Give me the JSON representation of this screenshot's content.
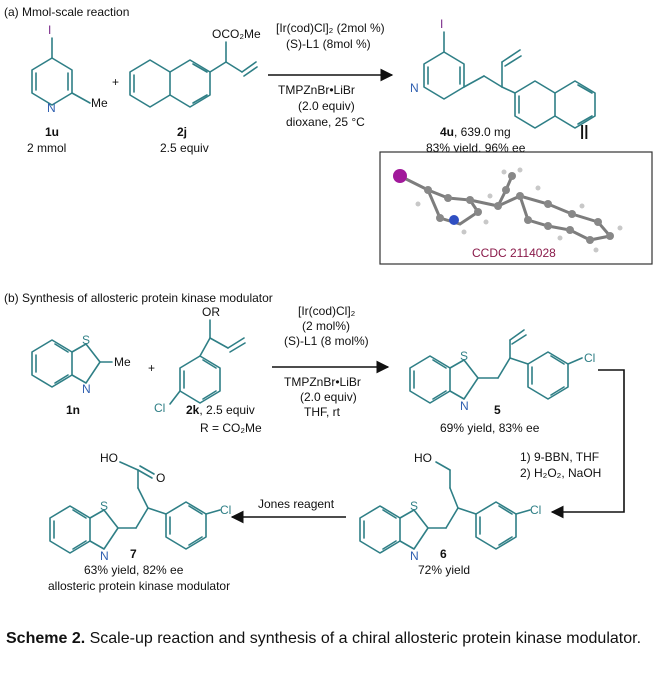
{
  "section_a": {
    "header": "(a) Mmol-scale reaction",
    "sm1": {
      "id": "1u",
      "amount": "2 mmol",
      "atom_I": "I",
      "atom_N": "N",
      "group": "Me"
    },
    "plus": "+",
    "sm2": {
      "id": "2j",
      "amount": "2.5 equiv",
      "group": "OCO₂Me"
    },
    "conditions": [
      "[Ir(cod)Cl]₂ (2mol %)",
      "(S)-L1 (8mol %)",
      "TMPZnBr•LiBr",
      "(2.0 equiv)",
      "dioxane, 25 °C"
    ],
    "product": {
      "id": "4u",
      "mass": ", 639.0 mg",
      "yield": "83% yield, 96% ee",
      "atom_I": "I",
      "atom_N": "N"
    },
    "equals_mark": "||",
    "crystal_label": "CCDC 2114028"
  },
  "section_b": {
    "header": "(b) Synthesis of allosteric protein kinase modulator",
    "sm1": {
      "id": "1n",
      "atom_S": "S",
      "atom_N": "N",
      "group": "Me"
    },
    "plus": "+",
    "sm2": {
      "id": "2k",
      "amount": ", 2.5 equiv",
      "r_def": "R = CO₂Me",
      "group": "OR",
      "atom_Cl": "Cl"
    },
    "conditions1": [
      "[Ir(cod)Cl]₂",
      "(2 mol%)",
      "(S)-L1 (8 mol%)",
      "TMPZnBr•LiBr",
      "(2.0 equiv)",
      "THF, rt"
    ],
    "p5": {
      "id": "5",
      "yield": "69% yield, 83% ee",
      "atom_S": "S",
      "atom_N": "N",
      "atom_Cl": "Cl"
    },
    "conditions2": [
      "1) 9-BBN, THF",
      "2) H₂O₂, NaOH"
    ],
    "p6": {
      "id": "6",
      "yield": "72% yield",
      "group": "HO",
      "atom_S": "S",
      "atom_N": "N",
      "atom_Cl": "Cl"
    },
    "conditions3": "Jones reagent",
    "p7": {
      "id": "7",
      "yield": "63% yield, 82% ee",
      "desc": "allosteric protein kinase modulator",
      "group_HO": "HO",
      "group_O": "O",
      "atom_S": "S",
      "atom_N": "N",
      "atom_Cl": "Cl"
    }
  },
  "caption": {
    "label": "Scheme 2.",
    "text": " Scale-up reaction and synthesis of a chiral allosteric protein kinase modulator."
  }
}
